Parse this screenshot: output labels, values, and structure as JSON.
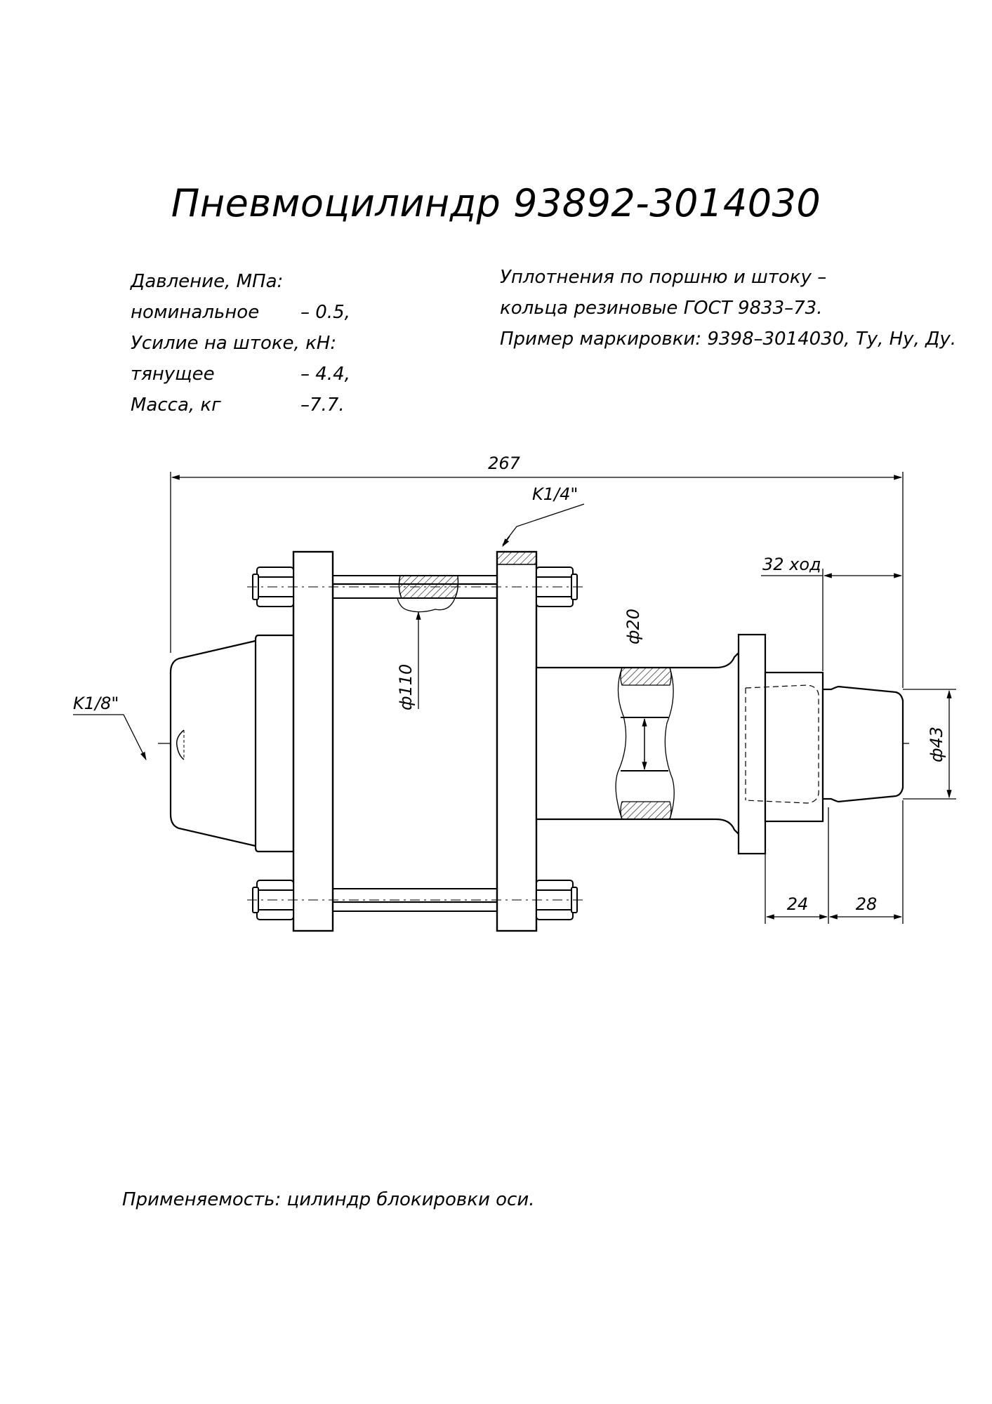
{
  "title": "Пневмоцилиндр 93892-3014030",
  "specs_left": [
    {
      "label": "Давление, МПа:",
      "value": ""
    },
    {
      "label": "номинальное",
      "value": "– 0.5,"
    },
    {
      "label": "Усилие на штоке, кН:",
      "value": ""
    },
    {
      "label": "тянущее",
      "value": "– 4.4,"
    },
    {
      "label": "Масса, кг",
      "value": "–7.7."
    }
  ],
  "specs_right": [
    "Уплотнения по поршню и штоку –",
    "кольца резиновые ГОСТ 9833–73.",
    "Пример маркировки: 9398–3014030, Ту, Ну, Ду."
  ],
  "dimensions": {
    "overall_length": "267",
    "port_top": "K1/4\"",
    "port_left": "K1/8\"",
    "stroke": "32 ход",
    "bore_diameter": "ф110",
    "rod_diameter": "ф20",
    "end_diameter": "ф43",
    "dim_24": "24",
    "dim_28": "28"
  },
  "footer": "Применяемость: цилиндр блокировки оси."
}
